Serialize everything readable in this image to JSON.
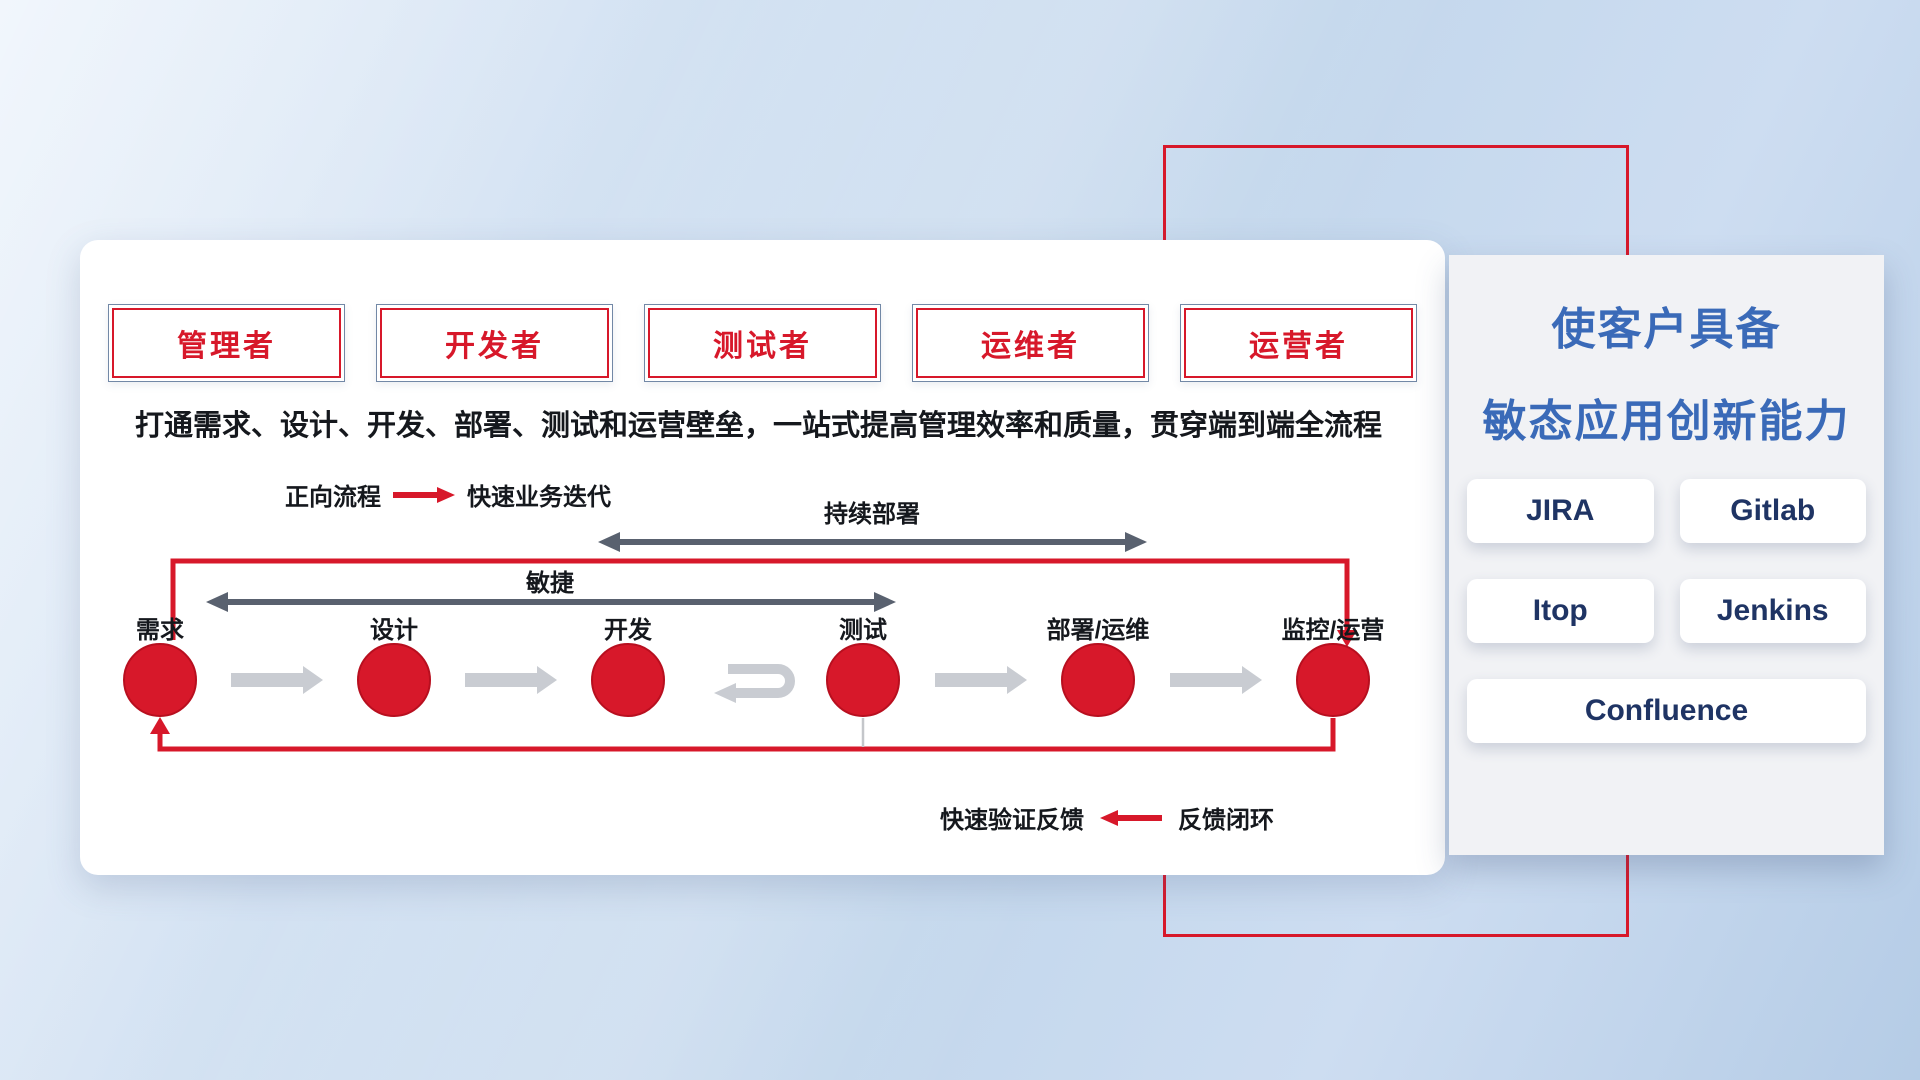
{
  "colors": {
    "accent_red": "#d7182a",
    "dark_arrow_gray": "#59616f",
    "light_arrow_gray": "#c9ccd2",
    "title_blue": "#3a6ab8",
    "tool_text_navy": "#1f3464",
    "role_border_blue": "#7288a6"
  },
  "roles": [
    "管理者",
    "开发者",
    "测试者",
    "运维者",
    "运营者"
  ],
  "subtitle": "打通需求、设计、开发、部署、测试和运营壁垒，一站式提高管理效率和质量，贯穿端到端全流程",
  "legend_forward": {
    "label": "正向流程",
    "desc": "快速业务迭代"
  },
  "legend_feedback": {
    "desc": "快速验证反馈",
    "label": "反馈闭环"
  },
  "flow": {
    "stages": [
      "需求",
      "设计",
      "开发",
      "测试",
      "部署/运维",
      "监控/运营"
    ],
    "agile_label": "敏捷",
    "cd_label": "持续部署"
  },
  "side_panel": {
    "title_line1": "使客户具备",
    "title_line2": "敏态应用创新能力",
    "tools": [
      "JIRA",
      "Gitlab",
      "Itop",
      "Jenkins",
      "Confluence"
    ]
  }
}
